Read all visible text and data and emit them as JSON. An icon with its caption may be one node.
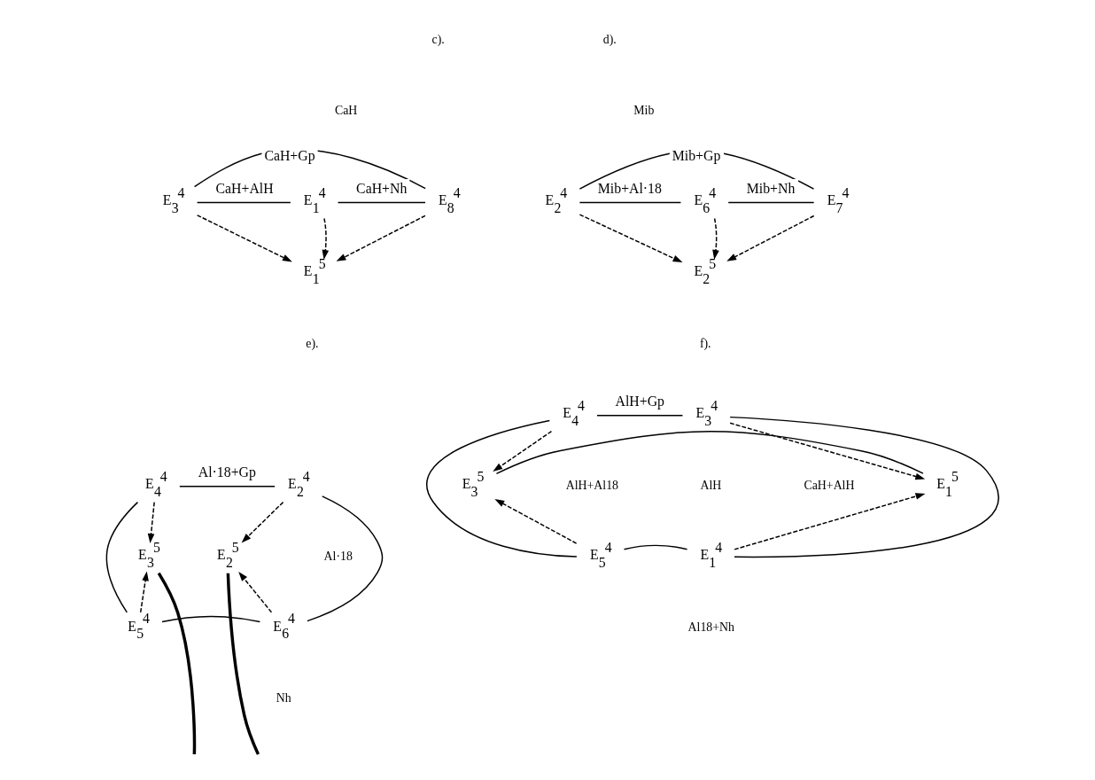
{
  "diagram": {
    "nodes": [
      {
        "text": [
          "E$_{3}$$^{4}$"
        ]
      },
      {
        "text": [
          "E$_{1}$$^{4}$"
        ]
      },
      {
        "text": [
          "E$_{8}$$^{4}$"
        ]
      },
      {
        "text": [
          "E$_{1}$$^{5}$"
        ]
      },
      {
        "text": [
          "E$_{2}$$^{4}$"
        ]
      },
      {
        "text": [
          "E$_{6}$$^{4}$"
        ]
      },
      {
        "text": [
          "E$_{7}$$^{4}$"
        ]
      },
      {
        "text": [
          "E$_{2}$$^{5}$"
        ]
      },
      {
        "text": [
          "E$_{4}$$^{4}$"
        ]
      },
      {
        "text": [
          "E$_{2}$$^{4}$"
        ]
      },
      {
        "text": [
          "E$_{3}$$^{5}$"
        ]
      },
      {
        "text": [
          "E$_{2}$$^{5}$"
        ]
      },
      {
        "text": [
          "E$_{5}$$^{4}$"
        ]
      },
      {
        "text": [
          "E$_{6}$$^{4}$"
        ]
      },
      {
        "text": [
          "E$_{4}$$^{4}$"
        ]
      },
      {
        "text": [
          "E$_{3}$$^{4}$"
        ]
      },
      {
        "text": [
          "E$_{3}$$^{5}$"
        ]
      },
      {
        "text": [
          "E$_{1}$$^{5}$"
        ]
      },
      {
        "text": [
          "E$_{5}$$^{4}$"
        ]
      },
      {
        "text": [
          "E$_{1}$$^{4}$"
        ]
      }
    ],
    "edges": [
      {
        "from": 0,
        "to": 2,
        "arrow": "none",
        "label": "CaH+Gp"
      },
      {
        "from": 0,
        "to": 1,
        "arrow": "none",
        "label": "CaH+AlH"
      },
      {
        "from": 1,
        "to": 2,
        "arrow": "none",
        "label": "CaH+Nh"
      },
      {
        "from": 0,
        "to": 3,
        "arrow": "to",
        "style": "dashed"
      },
      {
        "from": 1,
        "to": 3,
        "arrow": "to",
        "style": "dashed"
      },
      {
        "from": 2,
        "to": 3,
        "arrow": "to",
        "style": "dashed"
      },
      {
        "from": 4,
        "to": 6,
        "arrow": "none",
        "label": "Mib+Gp"
      },
      {
        "from": 4,
        "to": 5,
        "arrow": "none",
        "label": "Mib+Al·18"
      },
      {
        "from": 5,
        "to": 6,
        "arrow": "none",
        "label": "Mib+Nh"
      },
      {
        "from": 4,
        "to": 7,
        "arrow": "to",
        "style": "dashed"
      },
      {
        "from": 5,
        "to": 7,
        "arrow": "to",
        "style": "dashed"
      },
      {
        "from": 6,
        "to": 7,
        "arrow": "to",
        "style": "dashed"
      },
      {
        "from": 8,
        "to": 9,
        "arrow": "none",
        "label": "Al·18+Gp"
      },
      {
        "from": 8,
        "to": 12,
        "arrow": "none"
      },
      {
        "from": 9,
        "to": 13,
        "arrow": "none"
      },
      {
        "from": 12,
        "to": 13,
        "arrow": "none"
      },
      {
        "from": 8,
        "to": 10,
        "arrow": "to",
        "style": "dashed"
      },
      {
        "from": 12,
        "to": 10,
        "arrow": "to",
        "style": "dashed"
      },
      {
        "from": 9,
        "to": 11,
        "arrow": "to",
        "style": "dashed"
      },
      {
        "from": 13,
        "to": 11,
        "arrow": "to",
        "style": "dashed"
      },
      {
        "from": 10,
        "to": null,
        "arrow": "none",
        "style": "thick"
      },
      {
        "from": 11,
        "to": null,
        "arrow": "none",
        "style": "thick"
      },
      {
        "from": 14,
        "to": 15,
        "arrow": "none",
        "label": "AlH+Gp"
      },
      {
        "from": 14,
        "to": 18,
        "arrow": "none"
      },
      {
        "from": 15,
        "to": 19,
        "arrow": "none"
      },
      {
        "from": 18,
        "to": 19,
        "arrow": "none"
      },
      {
        "from": 14,
        "to": 16,
        "arrow": "to",
        "style": "dashed"
      },
      {
        "from": 18,
        "to": 16,
        "arrow": "to",
        "style": "dashed"
      },
      {
        "from": 15,
        "to": 17,
        "arrow": "to",
        "style": "dashed"
      },
      {
        "from": 19,
        "to": 17,
        "arrow": "to",
        "style": "dashed"
      },
      {
        "from": 16,
        "to": 17,
        "arrow": "none"
      }
    ],
    "labels": [
      "c).",
      "d).",
      "CaH",
      "Mib",
      "e).",
      "f).",
      "Al·18",
      "AlH+Al18",
      "AlH",
      "CaH+AlH",
      "Al18+Nh",
      "Nh"
    ]
  }
}
